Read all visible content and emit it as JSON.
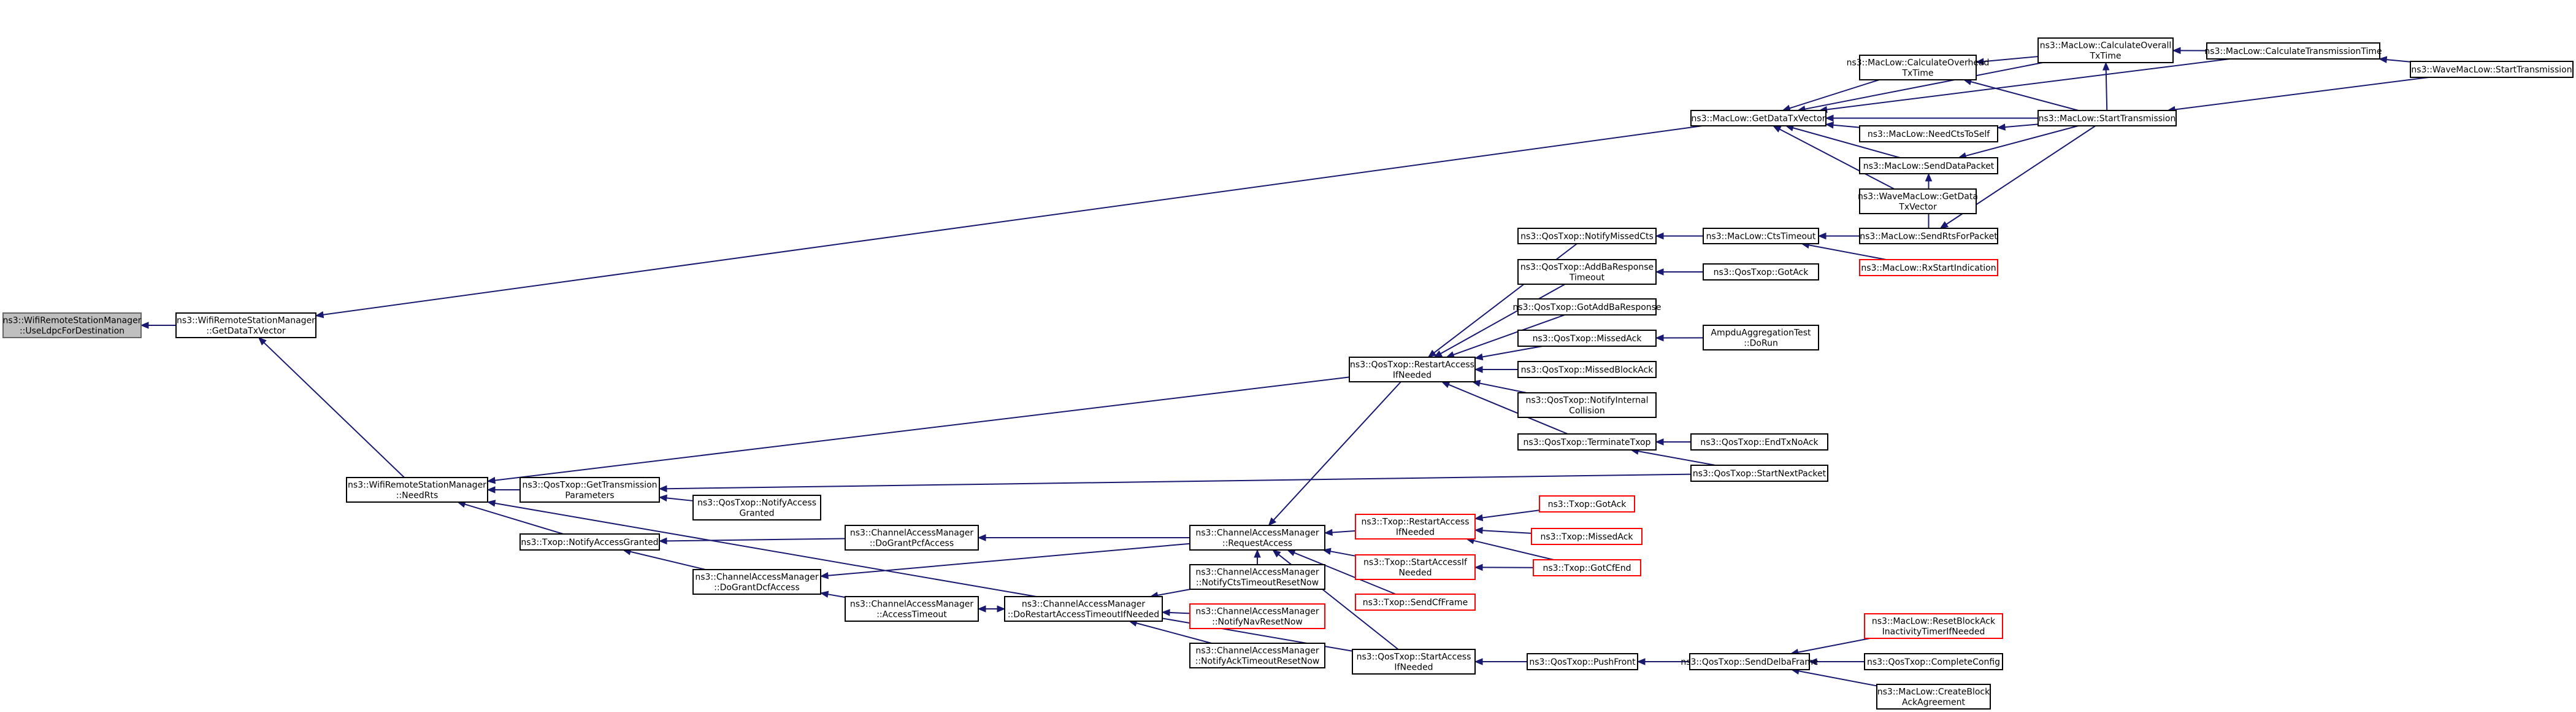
{
  "colors": {
    "edge": "#191970",
    "node_border_black": "#000000",
    "node_border_red": "#ff0000",
    "node_fill": "#ffffff",
    "node_fill_selected": "#bfbfbf",
    "selected_border": "#666666"
  },
  "nodes": [
    {
      "id": "n0",
      "lines": [
        "ns3::WifiRemoteStationManager",
        "::UseLdpcForDestination"
      ],
      "style": "selected"
    },
    {
      "id": "n1",
      "lines": [
        "ns3::WifiRemoteStationManager",
        "::GetDataTxVector"
      ],
      "style": "black"
    },
    {
      "id": "n2",
      "lines": [
        "ns3::WifiRemoteStationManager",
        "::NeedRts"
      ],
      "style": "black"
    },
    {
      "id": "n3",
      "lines": [
        "ns3::MacLow::GetDataTxVector"
      ],
      "style": "black"
    },
    {
      "id": "n4",
      "lines": [
        "ns3::MacLow::CalculateOverhead",
        "TxTime"
      ],
      "style": "black"
    },
    {
      "id": "n5",
      "lines": [
        "ns3::MacLow::CalculateOverall",
        "TxTime"
      ],
      "style": "black"
    },
    {
      "id": "n6",
      "lines": [
        "ns3::MacLow::CalculateTransmissionTime"
      ],
      "style": "black"
    },
    {
      "id": "n7",
      "lines": [
        "ns3::WaveMacLow::StartTransmission"
      ],
      "style": "black"
    },
    {
      "id": "n8",
      "lines": [
        "ns3::MacLow::NeedCtsToSelf"
      ],
      "style": "black"
    },
    {
      "id": "n9",
      "lines": [
        "ns3::MacLow::StartTransmission"
      ],
      "style": "black"
    },
    {
      "id": "n10",
      "lines": [
        "ns3::MacLow::SendDataPacket"
      ],
      "style": "black"
    },
    {
      "id": "n11",
      "lines": [
        "ns3::WaveMacLow::GetData",
        "TxVector"
      ],
      "style": "black"
    },
    {
      "id": "n12",
      "lines": [
        "ns3::QosTxop::NotifyMissedCts"
      ],
      "style": "black"
    },
    {
      "id": "n13",
      "lines": [
        "ns3::MacLow::CtsTimeout"
      ],
      "style": "black"
    },
    {
      "id": "n14",
      "lines": [
        "ns3::MacLow::SendRtsForPacket"
      ],
      "style": "black"
    },
    {
      "id": "n15",
      "lines": [
        "ns3::MacLow::RxStartIndication"
      ],
      "style": "red"
    },
    {
      "id": "n16",
      "lines": [
        "ns3::QosTxop::AddBaResponse",
        "Timeout"
      ],
      "style": "black"
    },
    {
      "id": "n17",
      "lines": [
        "ns3::QosTxop::GotAck"
      ],
      "style": "black"
    },
    {
      "id": "n18",
      "lines": [
        "ns3::QosTxop::GotAddBaResponse"
      ],
      "style": "black"
    },
    {
      "id": "n19",
      "lines": [
        "ns3::QosTxop::MissedAck"
      ],
      "style": "black"
    },
    {
      "id": "n20",
      "lines": [
        "AmpduAggregationTest",
        "::DoRun"
      ],
      "style": "black"
    },
    {
      "id": "n21",
      "lines": [
        "ns3::QosTxop::MissedBlockAck"
      ],
      "style": "black"
    },
    {
      "id": "n22",
      "lines": [
        "ns3::QosTxop::RestartAccess",
        "IfNeeded"
      ],
      "style": "black"
    },
    {
      "id": "n23",
      "lines": [
        "ns3::QosTxop::NotifyInternal",
        "Collision"
      ],
      "style": "black"
    },
    {
      "id": "n24",
      "lines": [
        "ns3::QosTxop::TerminateTxop"
      ],
      "style": "black"
    },
    {
      "id": "n25",
      "lines": [
        "ns3::QosTxop::EndTxNoAck"
      ],
      "style": "black"
    },
    {
      "id": "n26",
      "lines": [
        "ns3::QosTxop::StartNextPacket"
      ],
      "style": "black"
    },
    {
      "id": "n27",
      "lines": [
        "ns3::QosTxop::GetTransmission",
        "Parameters"
      ],
      "style": "black"
    },
    {
      "id": "n28",
      "lines": [
        "ns3::QosTxop::NotifyAccess",
        "Granted"
      ],
      "style": "black"
    },
    {
      "id": "n29",
      "lines": [
        "ns3::Txop::NotifyAccessGranted"
      ],
      "style": "black"
    },
    {
      "id": "n30",
      "lines": [
        "ns3::ChannelAccessManager",
        "::DoGrantPcfAccess"
      ],
      "style": "black"
    },
    {
      "id": "n31",
      "lines": [
        "ns3::ChannelAccessManager",
        "::DoGrantDcfAccess"
      ],
      "style": "black"
    },
    {
      "id": "n32",
      "lines": [
        "ns3::ChannelAccessManager",
        "::RequestAccess"
      ],
      "style": "black"
    },
    {
      "id": "n33",
      "lines": [
        "ns3::Txop::RestartAccess",
        "IfNeeded"
      ],
      "style": "red"
    },
    {
      "id": "n34",
      "lines": [
        "ns3::Txop::GotAck"
      ],
      "style": "red"
    },
    {
      "id": "n35",
      "lines": [
        "ns3::Txop::MissedAck"
      ],
      "style": "red"
    },
    {
      "id": "n36",
      "lines": [
        "ns3::Txop::StartAccessIf",
        "Needed"
      ],
      "style": "red"
    },
    {
      "id": "n37",
      "lines": [
        "ns3::Txop::GotCfEnd"
      ],
      "style": "red"
    },
    {
      "id": "n38",
      "lines": [
        "ns3::Txop::SendCfFrame"
      ],
      "style": "red"
    },
    {
      "id": "n39",
      "lines": [
        "ns3::ChannelAccessManager",
        "::AccessTimeout"
      ],
      "style": "black"
    },
    {
      "id": "n40",
      "lines": [
        "ns3::ChannelAccessManager",
        "::DoRestartAccessTimeoutIfNeeded"
      ],
      "style": "black"
    },
    {
      "id": "n41",
      "lines": [
        "ns3::ChannelAccessManager",
        "::NotifyCtsTimeoutResetNow"
      ],
      "style": "black"
    },
    {
      "id": "n42",
      "lines": [
        "ns3::ChannelAccessManager",
        "::NotifyNavResetNow"
      ],
      "style": "red"
    },
    {
      "id": "n43",
      "lines": [
        "ns3::ChannelAccessManager",
        "::NotifyAckTimeoutResetNow"
      ],
      "style": "black"
    },
    {
      "id": "n44",
      "lines": [
        "ns3::QosTxop::StartAccess",
        "IfNeeded"
      ],
      "style": "black"
    },
    {
      "id": "n45",
      "lines": [
        "ns3::QosTxop::PushFront"
      ],
      "style": "black"
    },
    {
      "id": "n46",
      "lines": [
        "ns3::QosTxop::SendDelbaFrame"
      ],
      "style": "black"
    },
    {
      "id": "n47",
      "lines": [
        "ns3::MacLow::ResetBlockAck",
        "InactivityTimerIfNeeded"
      ],
      "style": "red"
    },
    {
      "id": "n48",
      "lines": [
        "ns3::QosTxop::CompleteConfig"
      ],
      "style": "black"
    },
    {
      "id": "n49",
      "lines": [
        "ns3::MacLow::CreateBlock",
        "AckAgreement"
      ],
      "style": "black"
    }
  ],
  "edges": [
    [
      "n1",
      "n0"
    ],
    [
      "n2",
      "n1"
    ],
    [
      "n3",
      "n1"
    ],
    [
      "n4",
      "n3"
    ],
    [
      "n5",
      "n3"
    ],
    [
      "n6",
      "n3"
    ],
    [
      "n8",
      "n3"
    ],
    [
      "n9",
      "n3"
    ],
    [
      "n10",
      "n3"
    ],
    [
      "n11",
      "n3"
    ],
    [
      "n5",
      "n4"
    ],
    [
      "n9",
      "n4"
    ],
    [
      "n6",
      "n5"
    ],
    [
      "n9",
      "n5"
    ],
    [
      "n7",
      "n6"
    ],
    [
      "n7",
      "n9"
    ],
    [
      "n9",
      "n8"
    ],
    [
      "n9",
      "n10"
    ],
    [
      "n14",
      "n10"
    ],
    [
      "n9",
      "n14"
    ],
    [
      "n13",
      "n12"
    ],
    [
      "n14",
      "n13"
    ],
    [
      "n15",
      "n13"
    ],
    [
      "n17",
      "n16"
    ],
    [
      "n20",
      "n19"
    ],
    [
      "n12",
      "n22"
    ],
    [
      "n16",
      "n22"
    ],
    [
      "n18",
      "n22"
    ],
    [
      "n19",
      "n22"
    ],
    [
      "n21",
      "n22"
    ],
    [
      "n23",
      "n22"
    ],
    [
      "n24",
      "n22"
    ],
    [
      "n25",
      "n24"
    ],
    [
      "n26",
      "n24"
    ],
    [
      "n22",
      "n2"
    ],
    [
      "n27",
      "n2"
    ],
    [
      "n29",
      "n2"
    ],
    [
      "n44",
      "n2"
    ],
    [
      "n26",
      "n27"
    ],
    [
      "n28",
      "n27"
    ],
    [
      "n30",
      "n29"
    ],
    [
      "n31",
      "n29"
    ],
    [
      "n32",
      "n30"
    ],
    [
      "n32",
      "n31"
    ],
    [
      "n39",
      "n31"
    ],
    [
      "n22",
      "n32"
    ],
    [
      "n33",
      "n32"
    ],
    [
      "n36",
      "n32"
    ],
    [
      "n38",
      "n32"
    ],
    [
      "n44",
      "n32"
    ],
    [
      "n41",
      "n32"
    ],
    [
      "n34",
      "n33"
    ],
    [
      "n35",
      "n33"
    ],
    [
      "n37",
      "n33"
    ],
    [
      "n37",
      "n36"
    ],
    [
      "n40",
      "n39"
    ],
    [
      "n39",
      "n40"
    ],
    [
      "n41",
      "n40"
    ],
    [
      "n42",
      "n40"
    ],
    [
      "n43",
      "n40"
    ],
    [
      "n45",
      "n44"
    ],
    [
      "n46",
      "n45"
    ],
    [
      "n47",
      "n46"
    ],
    [
      "n48",
      "n46"
    ],
    [
      "n49",
      "n46"
    ]
  ]
}
